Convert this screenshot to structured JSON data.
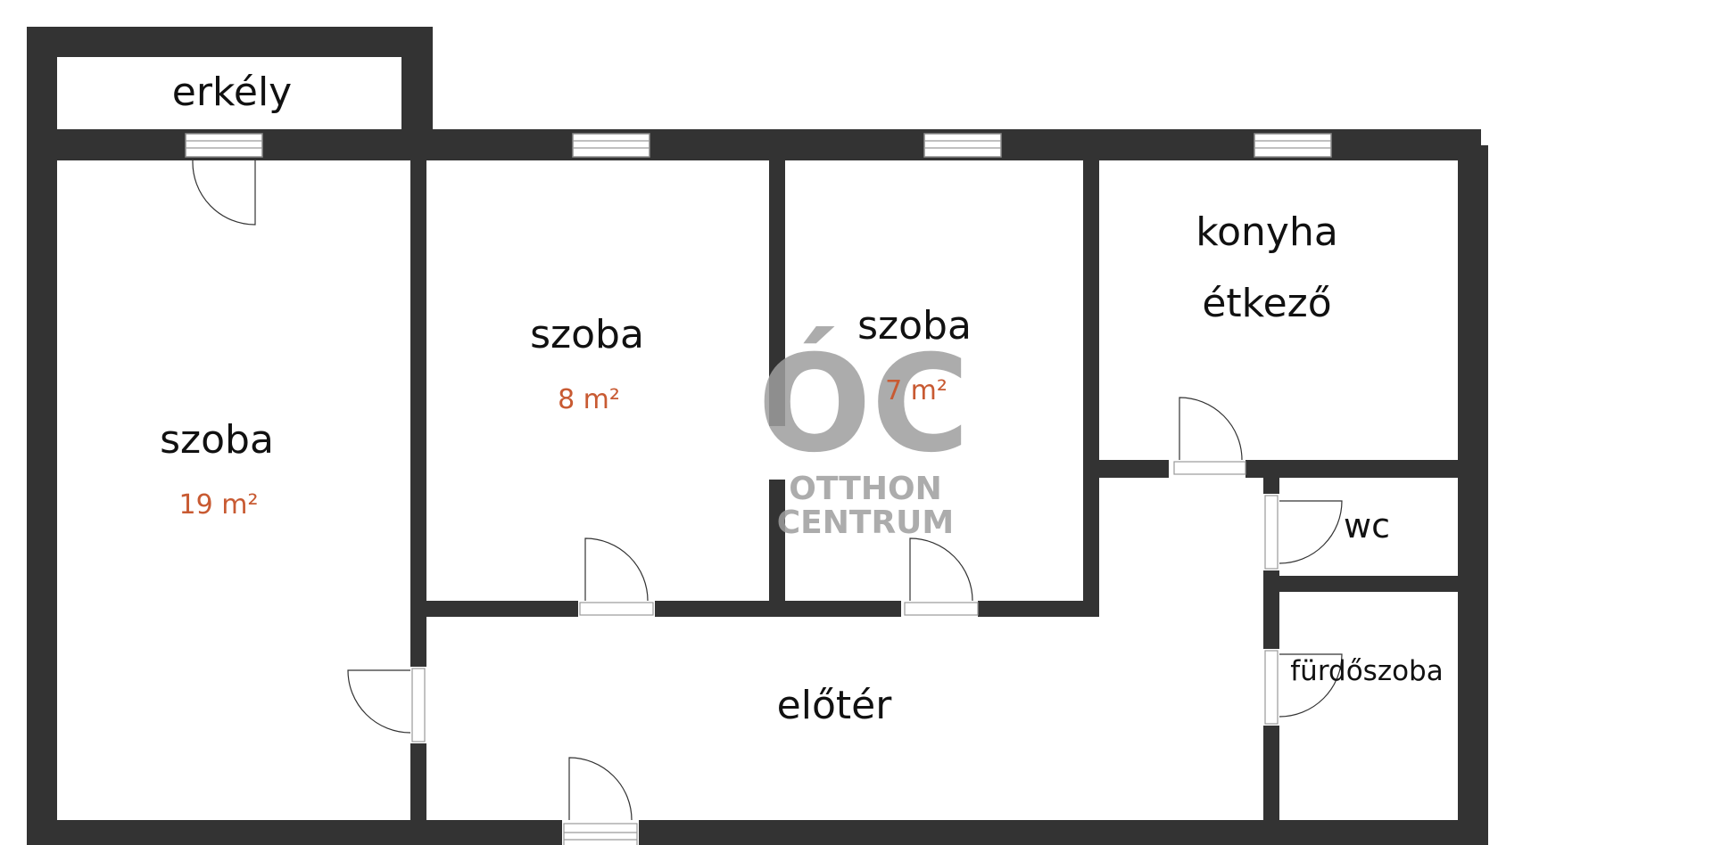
{
  "rooms": {
    "erkely": {
      "name": "erkély"
    },
    "szoba_large": {
      "name": "szoba",
      "area": "19 m²"
    },
    "szoba_mid": {
      "name": "szoba",
      "area": "8 m²"
    },
    "szoba_small": {
      "name": "szoba",
      "area": "7 m²"
    },
    "konyha": {
      "name_line1": "konyha",
      "name_line2": "étkező"
    },
    "wc": {
      "name": "wc"
    },
    "furdoszoba": {
      "name": "fürdőszoba"
    },
    "eloter": {
      "name": "előtér"
    }
  },
  "watermark": {
    "logo": "ÓC",
    "line1": "OTTHON",
    "line2": "CENTRUM"
  },
  "colors": {
    "wall": "#333333",
    "area_text": "#c85a32",
    "watermark": "#9e9e9e"
  }
}
